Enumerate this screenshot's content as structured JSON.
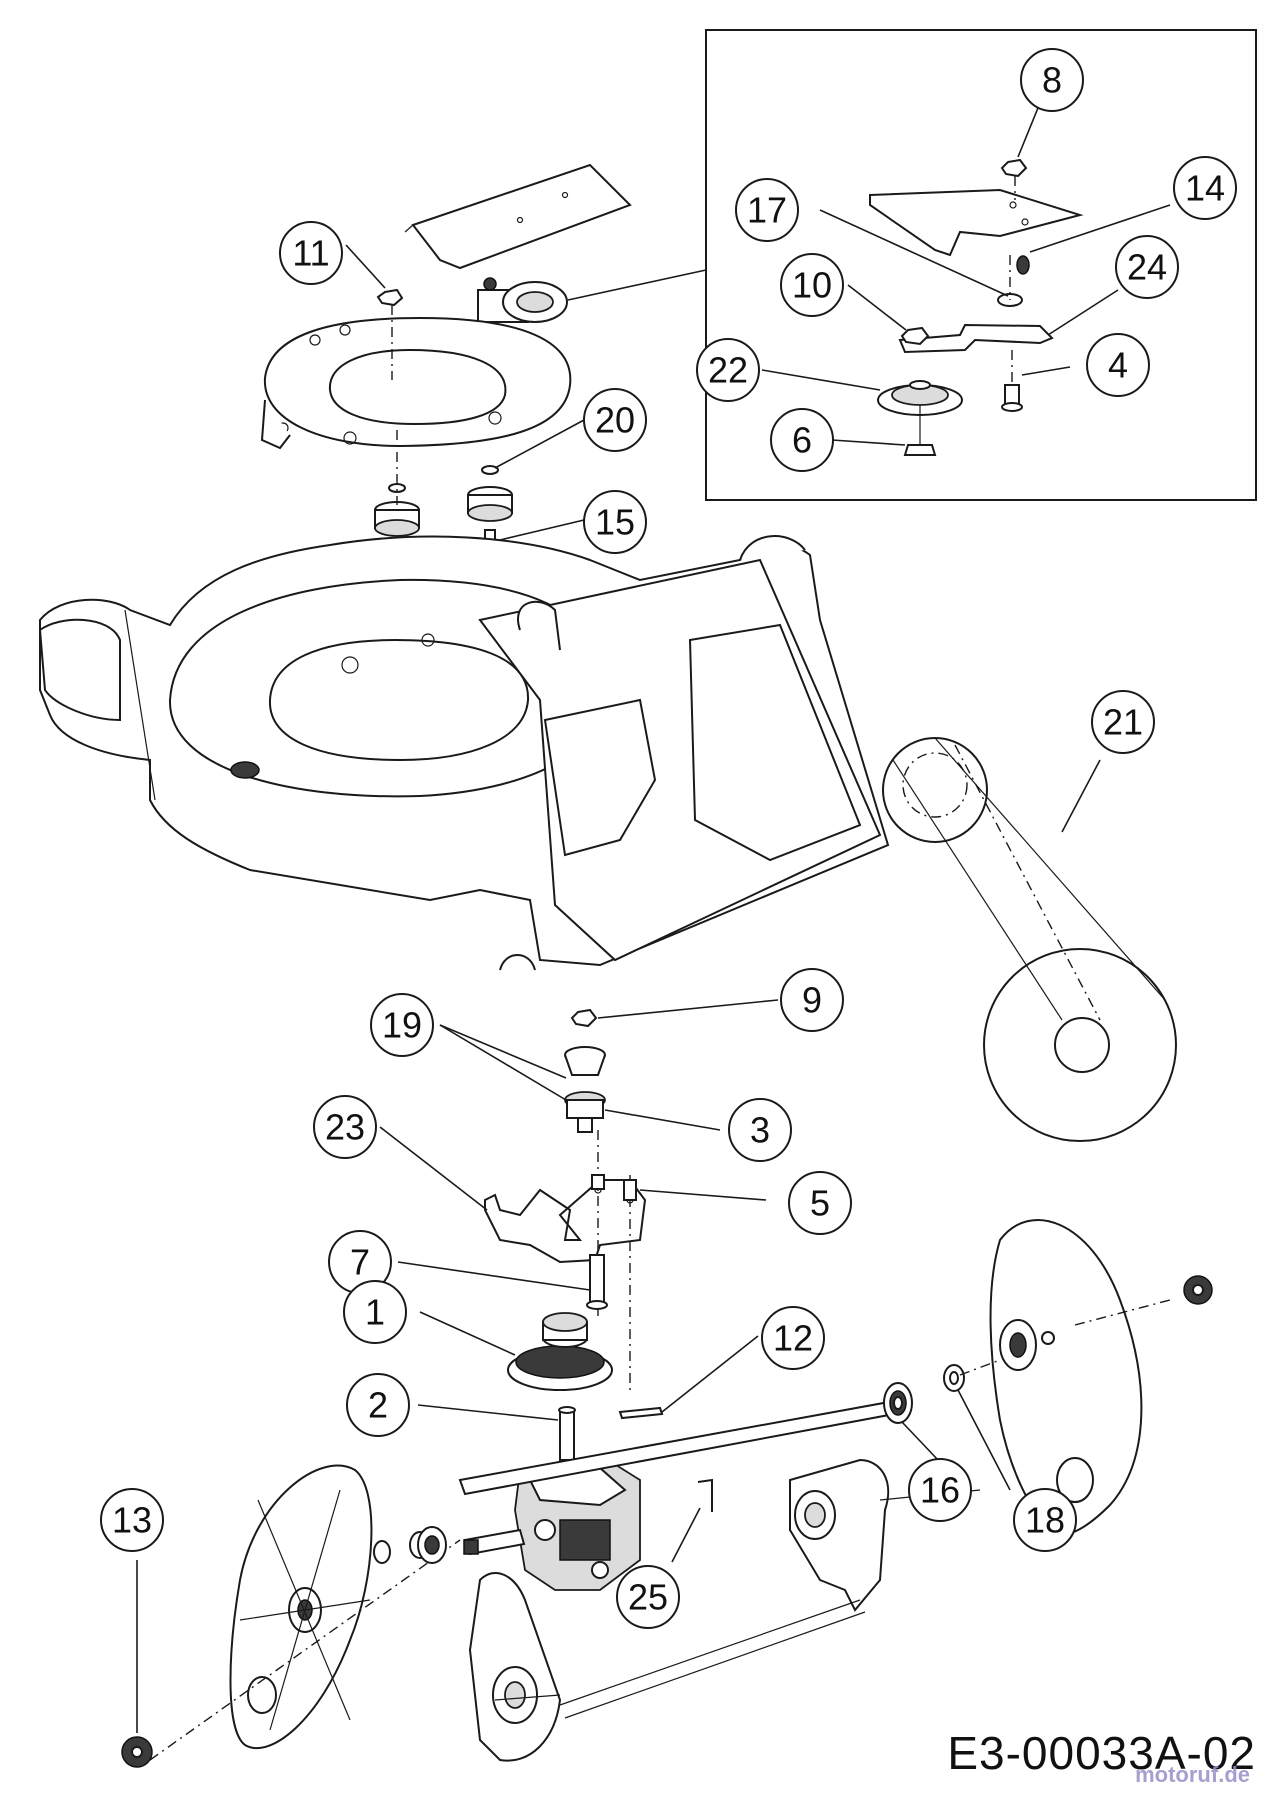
{
  "diagram_code": "E3-00033A-02",
  "watermark": "motoruf.de",
  "callouts": {
    "c1": "1",
    "c2": "2",
    "c3": "3",
    "c4": "4",
    "c5": "5",
    "c6": "6",
    "c7": "7",
    "c8": "8",
    "c9": "9",
    "c10": "10",
    "c11": "11",
    "c12": "12",
    "c13": "13",
    "c14": "14",
    "c15": "15",
    "c16": "16",
    "c17": "17",
    "c18": "18",
    "c19": "19",
    "c20": "20",
    "c21": "21",
    "c22": "22",
    "c23": "23",
    "c24": "24",
    "c25": "25"
  }
}
